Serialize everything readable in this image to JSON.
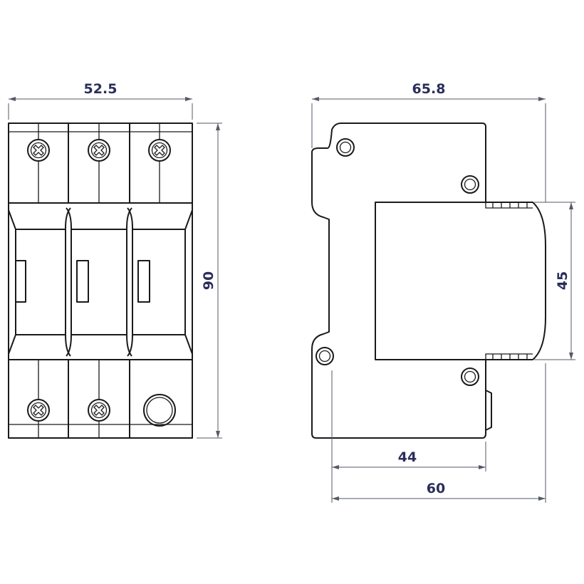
{
  "colors": {
    "line": "#1a1a1a",
    "dimension_line": "#555a66",
    "dimension_text": "#2b2e5a",
    "background": "#ffffff"
  },
  "dimensions": {
    "front_width": "52.5",
    "front_height": "90",
    "side_width": "65.8",
    "side_module_height": "45",
    "side_depth_rail": "44",
    "side_depth_base": "60"
  }
}
